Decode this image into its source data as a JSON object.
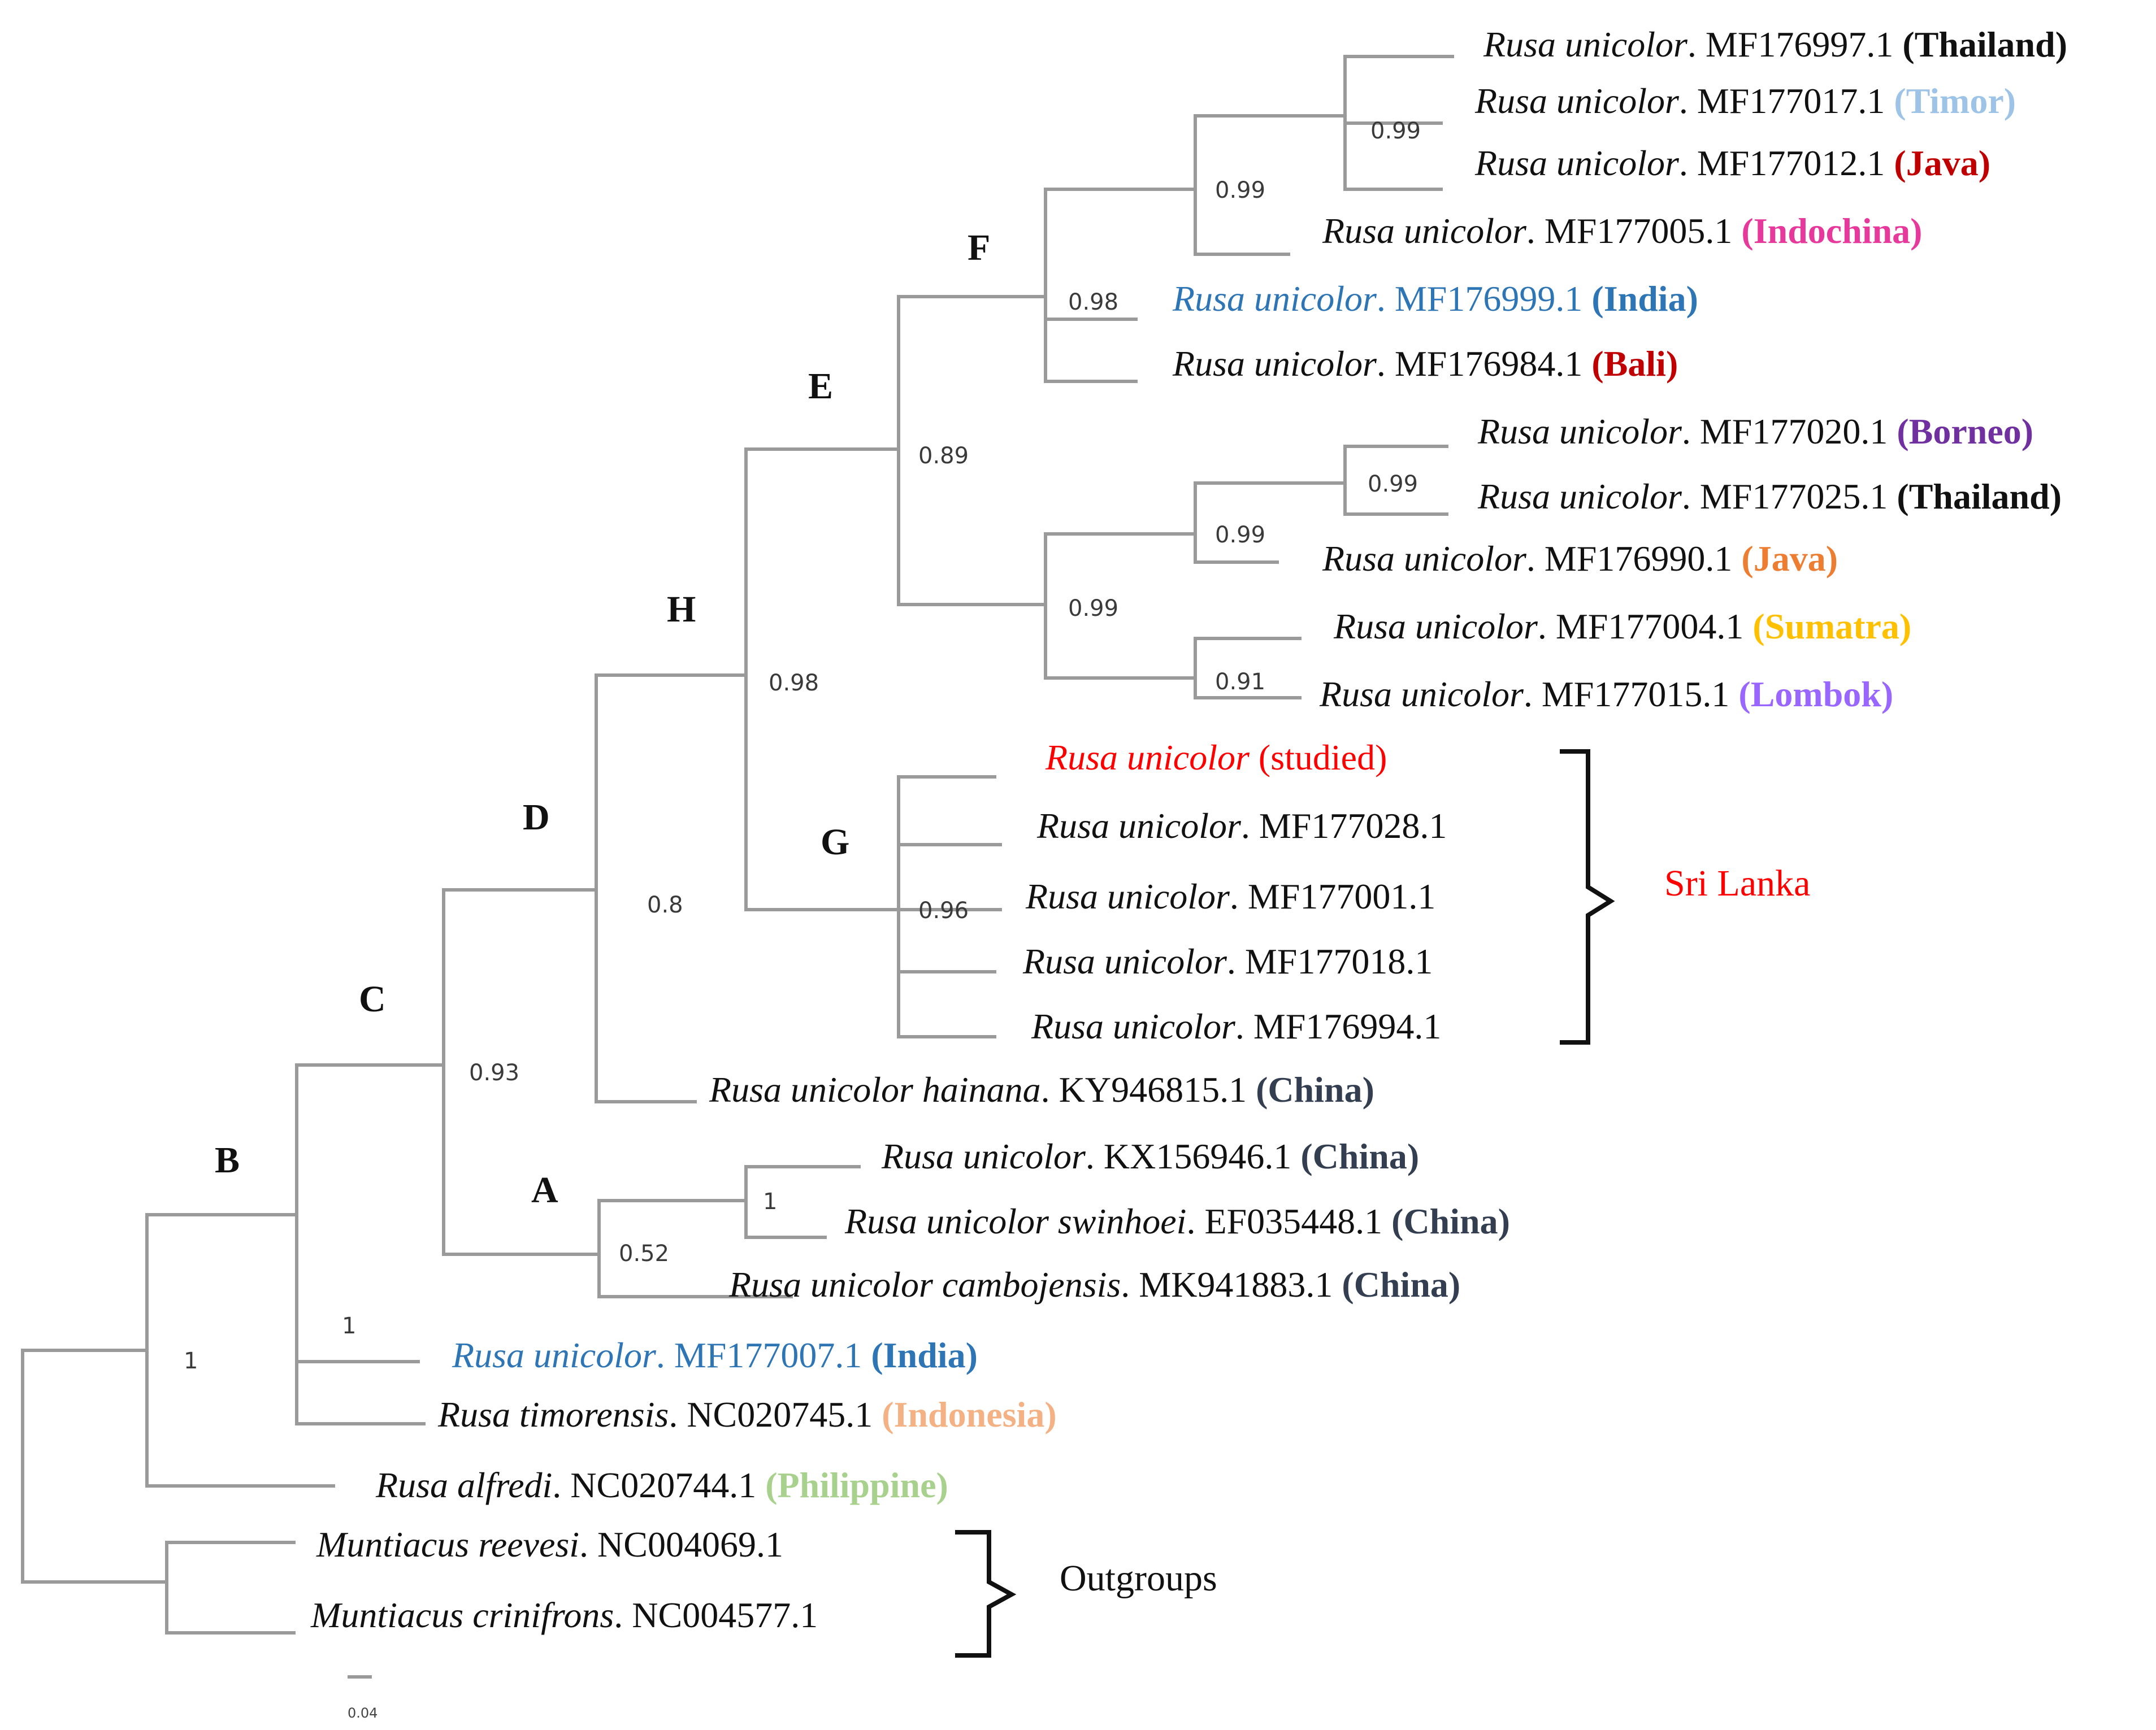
{
  "tips": [
    {
      "species": "Rusa unicolor",
      "acc": ". MF176997.1 ",
      "region": "(Thailand)",
      "region_color": "#111111"
    },
    {
      "species": "Rusa unicolor",
      "acc": ". MF177017.1 ",
      "region": "(Timor)",
      "region_color": "#9dc3e6"
    },
    {
      "species": "Rusa unicolor",
      "acc": ". MF177012.1 ",
      "region": "(Java)",
      "region_color": "#c00000"
    },
    {
      "species": "Rusa unicolor",
      "acc": ". MF177005.1 ",
      "region": "(Indochina)",
      "region_color": "#e6399b"
    },
    {
      "species": "Rusa unicolor",
      "acc": ". MF176999.1 ",
      "region": "(India)",
      "region_color": "#2e75b6",
      "name_color": "#2e75b6"
    },
    {
      "species": "Rusa unicolor",
      "acc": ". MF176984.1 ",
      "region": "(Bali)",
      "region_color": "#c00000"
    },
    {
      "species": "Rusa unicolor",
      "acc": ". MF177020.1 ",
      "region": "(Borneo)",
      "region_color": "#7030a0"
    },
    {
      "species": "Rusa unicolor",
      "acc": ". MF177025.1 ",
      "region": "(Thailand)",
      "region_color": "#111111"
    },
    {
      "species": "Rusa unicolor",
      "acc": ". MF176990.1 ",
      "region": "(Java)",
      "region_color": "#ed7d31"
    },
    {
      "species": "Rusa unicolor",
      "acc": ". MF177004.1 ",
      "region": "(Sumatra)",
      "region_color": "#ffc000"
    },
    {
      "species": "Rusa unicolor",
      "acc": ". MF177015.1 ",
      "region": "(Lombok)",
      "region_color": "#9966ff"
    },
    {
      "species": "Rusa unicolor",
      "acc": " (studied)",
      "region": "",
      "region_color": "#ff0000",
      "name_color": "#ff0000"
    },
    {
      "species": "Rusa unicolor",
      "acc": ". MF177028.1",
      "region": "",
      "region_color": "#111111"
    },
    {
      "species": "Rusa unicolor",
      "acc": ". MF177001.1",
      "region": "",
      "region_color": "#111111"
    },
    {
      "species": "Rusa unicolor",
      "acc": ". MF177018.1",
      "region": "",
      "region_color": "#111111"
    },
    {
      "species": "Rusa unicolor",
      "acc": ". MF176994.1",
      "region": "",
      "region_color": "#111111"
    },
    {
      "species": "Rusa unicolor hainana",
      "acc": ". KY946815.1 ",
      "region": "(China)",
      "region_color": "#333f50"
    },
    {
      "species": "Rusa unicolor",
      "acc": ". KX156946.1 ",
      "region": "(China)",
      "region_color": "#333f50"
    },
    {
      "species": "Rusa unicolor swinhoei",
      "acc": ". EF035448.1 ",
      "region": "(China)",
      "region_color": "#333f50"
    },
    {
      "species": "Rusa unicolor cambojensis",
      "acc": ". MK941883.1 ",
      "region": "(China)",
      "region_color": "#333f50"
    },
    {
      "species": "Rusa unicolor",
      "acc": ". MF177007.1 ",
      "region": "(India)",
      "region_color": "#2e75b6",
      "name_color": "#2e75b6"
    },
    {
      "species": "Rusa timorensis",
      "acc": ". NC020745.1 ",
      "region": "(Indonesia)",
      "region_color": "#f4b183"
    },
    {
      "species": "Rusa alfredi",
      "acc": ". NC020744.1 ",
      "region": "(Philippine)",
      "region_color": "#a9d18e"
    },
    {
      "species": "Muntiacus reevesi",
      "acc": ". NC004069.1",
      "region": "",
      "region_color": "#111111"
    },
    {
      "species": "Muntiacus crinifrons",
      "acc": ". NC004577.1",
      "region": "",
      "region_color": "#111111"
    }
  ],
  "supports": [
    "0.99",
    "0.99",
    "0.98",
    "0.89",
    "0.99",
    "0.99",
    "0.99",
    "0.91",
    "0.98",
    "0.96",
    "0.8",
    "0.93",
    "1",
    "0.52",
    "1",
    "1"
  ],
  "clades": [
    "F",
    "E",
    "H",
    "D",
    "G",
    "C",
    "B",
    "A"
  ],
  "brackets": [
    {
      "label": "Sri Lanka",
      "color": "#ff0000"
    },
    {
      "label": "Outgroups",
      "color": "#111111"
    }
  ],
  "scale_bar": {
    "value": "0.04"
  }
}
